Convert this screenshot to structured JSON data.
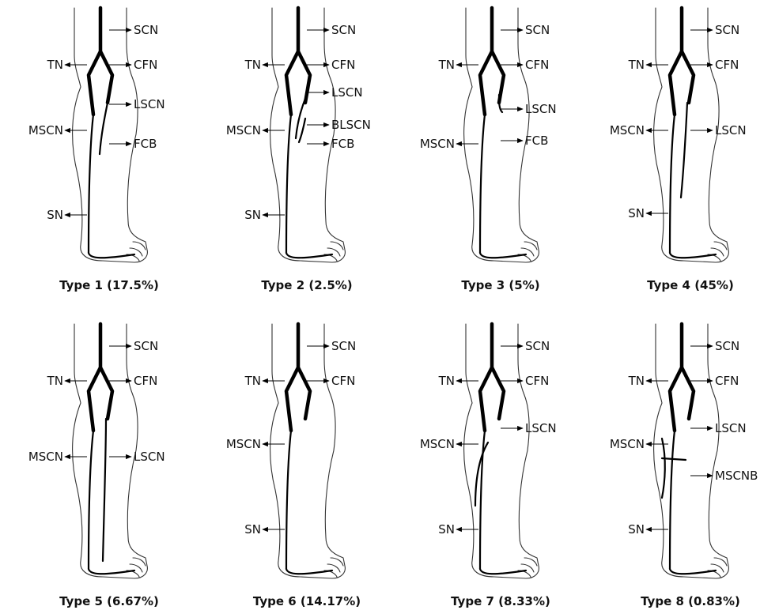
{
  "panels": [
    {
      "caption": "Type 1 (17.5%)",
      "labels": [
        "SCN",
        "TN",
        "CFN",
        "LSCN",
        "MSCN",
        "FCB",
        "SN"
      ]
    },
    {
      "caption": "Type 2 (2.5%)",
      "labels": [
        "SCN",
        "TN",
        "CFN",
        "LSCN",
        "MSCN",
        "BLSCN",
        "FCB",
        "SN"
      ]
    },
    {
      "caption": "Type 3 (5%)",
      "labels": [
        "SCN",
        "TN",
        "CFN",
        "LSCN",
        "MSCN",
        "FCB"
      ]
    },
    {
      "caption": "Type 4 (45%)",
      "labels": [
        "SCN",
        "TN",
        "CFN",
        "MSCN",
        "LSCN",
        "SN"
      ]
    },
    {
      "caption": "Type 5 (6.67%)",
      "labels": [
        "SCN",
        "TN",
        "CFN",
        "MSCN",
        "LSCN"
      ]
    },
    {
      "caption": "Type 6 (14.17%)",
      "labels": [
        "SCN",
        "TN",
        "CFN",
        "MSCN",
        "SN"
      ]
    },
    {
      "caption": "Type 7 (8.33%)",
      "labels": [
        "SCN",
        "TN",
        "CFN",
        "LSCN",
        "MSCN",
        "SN"
      ]
    },
    {
      "caption": "Type 8 (0.83%)",
      "labels": [
        "SCN",
        "TN",
        "CFN",
        "LSCN",
        "MSCN",
        "MSCNB",
        "SN"
      ]
    }
  ]
}
